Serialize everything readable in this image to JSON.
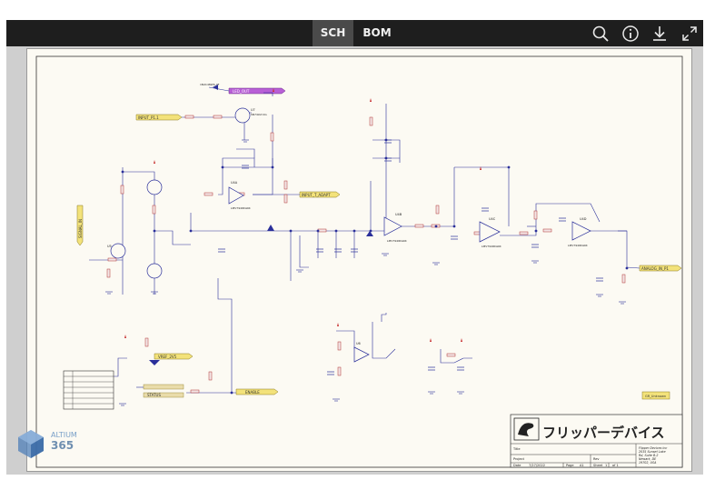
{
  "toolbar": {
    "tab_sch": "SCH",
    "tab_bom": "BOM",
    "icons": [
      "search-icon",
      "info-icon",
      "download-icon",
      "fullscreen-icon"
    ]
  },
  "schematic": {
    "nets": {
      "input_top": "INPUT_P1.1",
      "out_mid": "INPUT_T_ADAPT",
      "out_right": "ANALOG_IN_P1",
      "in_left": "SIGNAL_IN",
      "vref": "VREF_2V5",
      "led_net": "LED_OUT",
      "en_net": "ENABLE",
      "status_net": "STATUS"
    },
    "parts": {
      "u5": "U5",
      "u6": "U6",
      "u7": "U7",
      "u4a": "U4A",
      "u4b": "U4B",
      "u4c": "U4C",
      "u4d": "U4D",
      "opamp_part": "LMV794IDGKR",
      "mosfet_part": "SN74LVC1G",
      "diode_part": "1N4148WS-7F"
    },
    "misc_label": "GR_Unknown"
  },
  "title_block": {
    "company_jp": "フリッパーデバイス",
    "title_label": "Title",
    "project_label": "Project",
    "rev_label": "Rev",
    "date_label": "Date",
    "date_value": "7/27/2022",
    "page_label": "Page",
    "page_value": "A1",
    "sheet_label": "Sheet",
    "sheet_value": "1",
    "of_value": "of 1",
    "address": [
      "Flipper Devices Inc",
      "2035 Sunset Lake",
      "Rd, Suite B-2",
      "Newark, DE",
      "19702, USA"
    ]
  },
  "branding": {
    "top": "ALTIUM",
    "bottom": "365"
  }
}
